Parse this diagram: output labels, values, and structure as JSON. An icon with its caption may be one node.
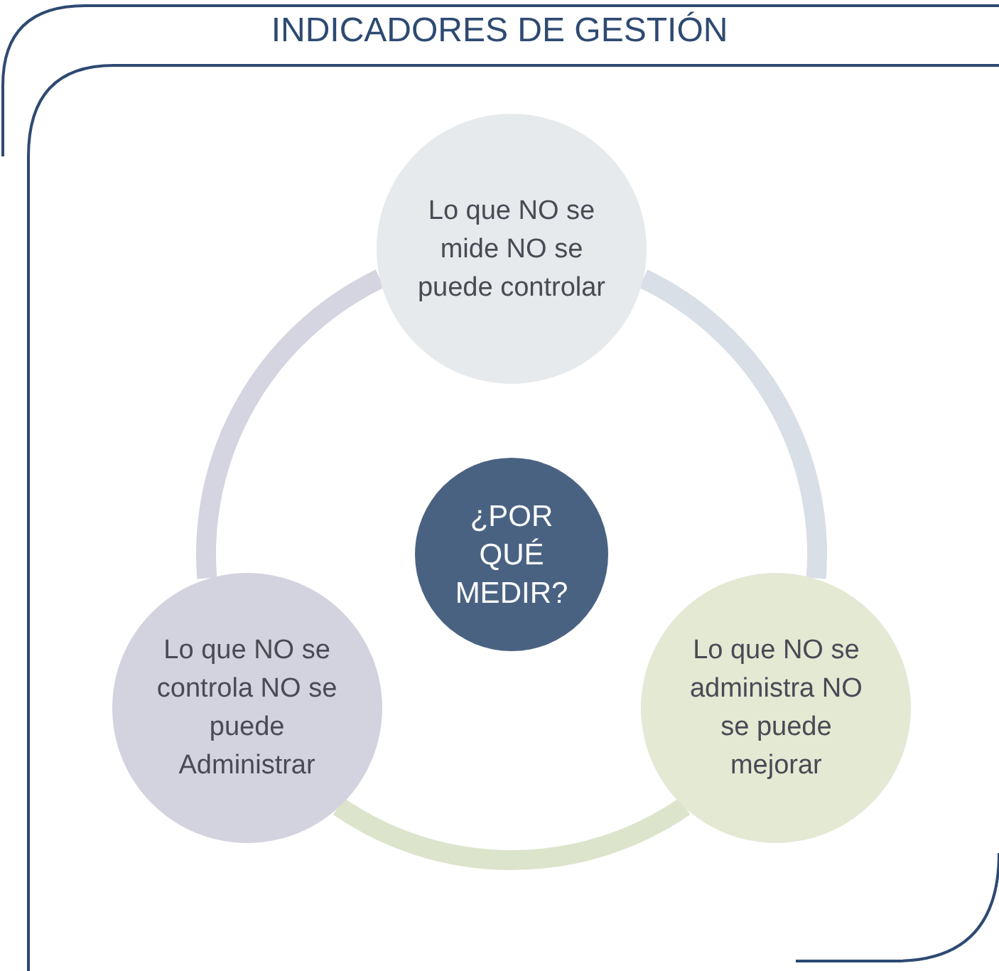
{
  "diagram": {
    "title": "INDICADORES DE GESTIÓN",
    "nodes": [
      {
        "text": [
          "¿POR QUÉ MEDIR?"
        ]
      },
      {
        "text": [
          "Lo que NO se mide NO se puede controlar"
        ]
      },
      {
        "text": [
          "Lo que NO se administra NO se puede mejorar"
        ]
      },
      {
        "text": [
          "Lo que NO se controla NO se puede Administrar"
        ]
      }
    ],
    "edges": [
      {
        "from": 1,
        "to": 2,
        "arrow": "none",
        "color": "#d8dfe6"
      },
      {
        "from": 2,
        "to": 3,
        "arrow": "none",
        "color": "#dce4cb"
      },
      {
        "from": 3,
        "to": 1,
        "arrow": "none",
        "color": "#d5d5e1"
      }
    ]
  }
}
